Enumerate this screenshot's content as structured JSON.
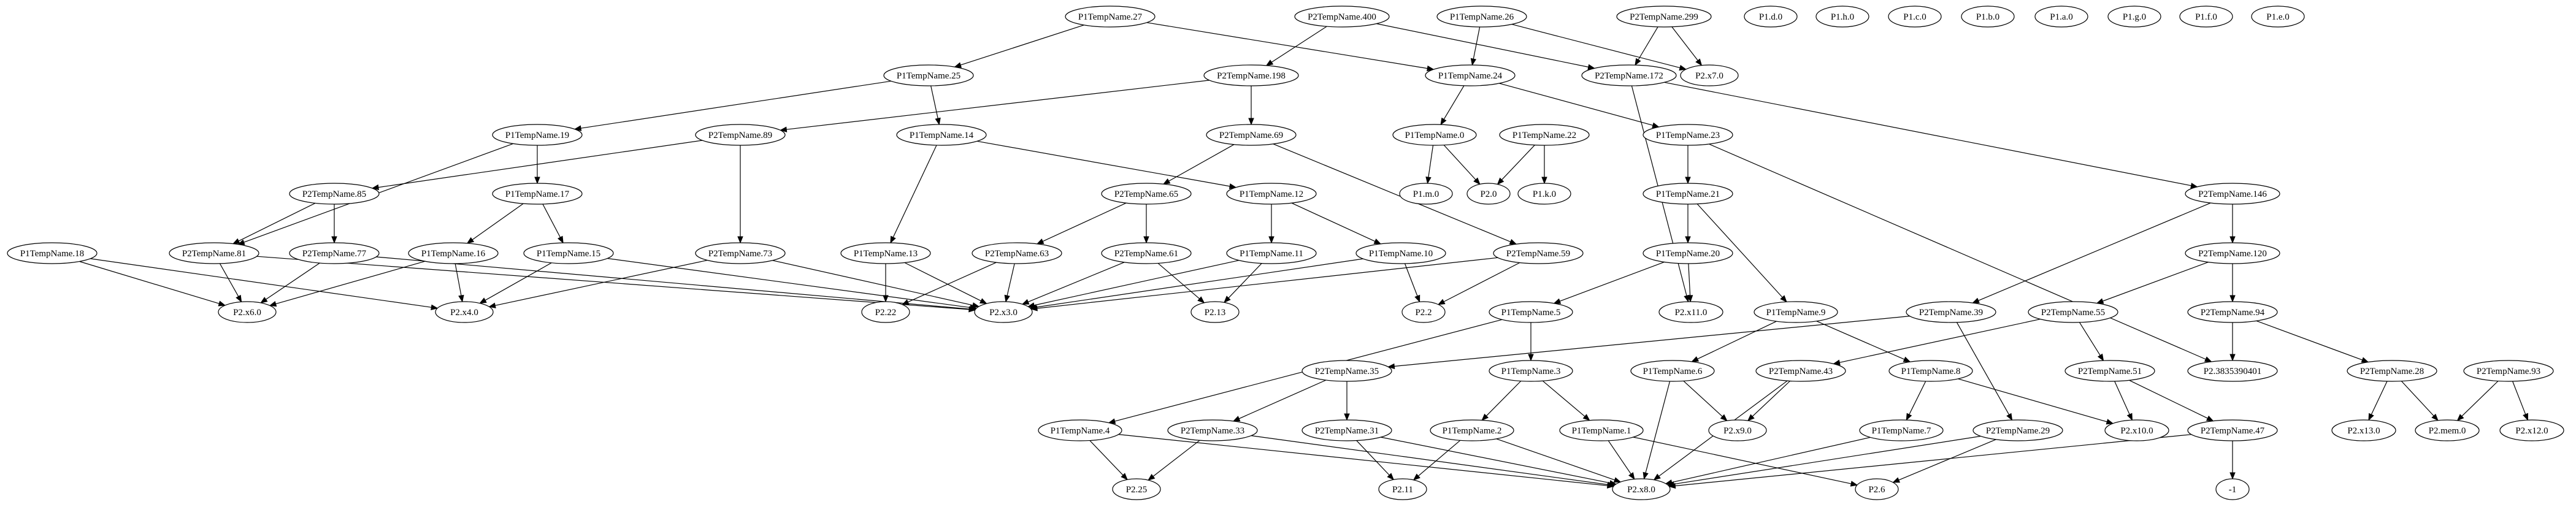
{
  "nodes": [
    {
      "id": "P1TempName.27",
      "label": "P1TempName.27"
    },
    {
      "id": "P2TempName.400",
      "label": "P2TempName.400"
    },
    {
      "id": "P1TempName.26",
      "label": "P1TempName.26"
    },
    {
      "id": "P2TempName.299",
      "label": "P2TempName.299"
    },
    {
      "id": "P1.d.0",
      "label": "P1.d.0"
    },
    {
      "id": "P1.h.0",
      "label": "P1.h.0"
    },
    {
      "id": "P1.c.0",
      "label": "P1.c.0"
    },
    {
      "id": "P1.b.0",
      "label": "P1.b.0"
    },
    {
      "id": "P1.a.0",
      "label": "P1.a.0"
    },
    {
      "id": "P1.g.0",
      "label": "P1.g.0"
    },
    {
      "id": "P1.f.0",
      "label": "P1.f.0"
    },
    {
      "id": "P1.e.0",
      "label": "P1.e.0"
    },
    {
      "id": "P1TempName.25",
      "label": "P1TempName.25"
    },
    {
      "id": "P2TempName.198",
      "label": "P2TempName.198"
    },
    {
      "id": "P1TempName.24",
      "label": "P1TempName.24"
    },
    {
      "id": "P2TempName.172",
      "label": "P2TempName.172"
    },
    {
      "id": "P2.x7.0",
      "label": "P2.x7.0"
    },
    {
      "id": "P1TempName.19",
      "label": "P1TempName.19"
    },
    {
      "id": "P2TempName.89",
      "label": "P2TempName.89"
    },
    {
      "id": "P1TempName.14",
      "label": "P1TempName.14"
    },
    {
      "id": "P2TempName.69",
      "label": "P2TempName.69"
    },
    {
      "id": "P1TempName.0",
      "label": "P1TempName.0"
    },
    {
      "id": "P1TempName.22",
      "label": "P1TempName.22"
    },
    {
      "id": "P1TempName.23",
      "label": "P1TempName.23"
    },
    {
      "id": "P2TempName.85",
      "label": "P2TempName.85"
    },
    {
      "id": "P1TempName.17",
      "label": "P1TempName.17"
    },
    {
      "id": "P2TempName.65",
      "label": "P2TempName.65"
    },
    {
      "id": "P1TempName.12",
      "label": "P1TempName.12"
    },
    {
      "id": "P1.m.0",
      "label": "P1.m.0"
    },
    {
      "id": "P2.0",
      "label": "P2.0"
    },
    {
      "id": "P1.k.0",
      "label": "P1.k.0"
    },
    {
      "id": "P1TempName.21",
      "label": "P1TempName.21"
    },
    {
      "id": "P2TempName.146",
      "label": "P2TempName.146"
    },
    {
      "id": "P1TempName.18",
      "label": "P1TempName.18"
    },
    {
      "id": "P2TempName.81",
      "label": "P2TempName.81"
    },
    {
      "id": "P2TempName.77",
      "label": "P2TempName.77"
    },
    {
      "id": "P1TempName.16",
      "label": "P1TempName.16"
    },
    {
      "id": "P1TempName.15",
      "label": "P1TempName.15"
    },
    {
      "id": "P2TempName.73",
      "label": "P2TempName.73"
    },
    {
      "id": "P1TempName.13",
      "label": "P1TempName.13"
    },
    {
      "id": "P2TempName.63",
      "label": "P2TempName.63"
    },
    {
      "id": "P2TempName.61",
      "label": "P2TempName.61"
    },
    {
      "id": "P1TempName.11",
      "label": "P1TempName.11"
    },
    {
      "id": "P1TempName.10",
      "label": "P1TempName.10"
    },
    {
      "id": "P2TempName.59",
      "label": "P2TempName.59"
    },
    {
      "id": "P1TempName.20",
      "label": "P1TempName.20"
    },
    {
      "id": "P2TempName.120",
      "label": "P2TempName.120"
    },
    {
      "id": "P2.x6.0",
      "label": "P2.x6.0"
    },
    {
      "id": "P2.x4.0",
      "label": "P2.x4.0"
    },
    {
      "id": "P2.22",
      "label": "P2.22"
    },
    {
      "id": "P2.x3.0",
      "label": "P2.x3.0"
    },
    {
      "id": "P2.13",
      "label": "P2.13"
    },
    {
      "id": "P2.2",
      "label": "P2.2"
    },
    {
      "id": "P1TempName.5",
      "label": "P1TempName.5"
    },
    {
      "id": "P2.x11.0",
      "label": "P2.x11.0"
    },
    {
      "id": "P1TempName.9",
      "label": "P1TempName.9"
    },
    {
      "id": "P2TempName.39",
      "label": "P2TempName.39"
    },
    {
      "id": "P2TempName.55",
      "label": "P2TempName.55"
    },
    {
      "id": "P2TempName.94",
      "label": "P2TempName.94"
    },
    {
      "id": "P2TempName.35",
      "label": "P2TempName.35"
    },
    {
      "id": "P1TempName.3",
      "label": "P1TempName.3"
    },
    {
      "id": "P1TempName.6",
      "label": "P1TempName.6"
    },
    {
      "id": "P2TempName.43",
      "label": "P2TempName.43"
    },
    {
      "id": "P1TempName.8",
      "label": "P1TempName.8"
    },
    {
      "id": "P2TempName.51",
      "label": "P2TempName.51"
    },
    {
      "id": "P2.3835390401",
      "label": "P2.3835390401"
    },
    {
      "id": "P2TempName.28",
      "label": "P2TempName.28"
    },
    {
      "id": "P2TempName.93",
      "label": "P2TempName.93"
    },
    {
      "id": "P1TempName.4",
      "label": "P1TempName.4"
    },
    {
      "id": "P2TempName.33",
      "label": "P2TempName.33"
    },
    {
      "id": "P2TempName.31",
      "label": "P2TempName.31"
    },
    {
      "id": "P1TempName.2",
      "label": "P1TempName.2"
    },
    {
      "id": "P1TempName.1",
      "label": "P1TempName.1"
    },
    {
      "id": "P2.x9.0",
      "label": "P2.x9.0"
    },
    {
      "id": "P1TempName.7",
      "label": "P1TempName.7"
    },
    {
      "id": "P2TempName.29",
      "label": "P2TempName.29"
    },
    {
      "id": "P2.x10.0",
      "label": "P2.x10.0"
    },
    {
      "id": "P2TempName.47",
      "label": "P2TempName.47"
    },
    {
      "id": "P2.x13.0",
      "label": "P2.x13.0"
    },
    {
      "id": "P2.mem.0",
      "label": "P2.mem.0"
    },
    {
      "id": "P2.x12.0",
      "label": "P2.x12.0"
    },
    {
      "id": "P2.25",
      "label": "P2.25"
    },
    {
      "id": "P2.11",
      "label": "P2.11"
    },
    {
      "id": "P2.x8.0",
      "label": "P2.x8.0"
    },
    {
      "id": "P2.6",
      "label": "P2.6"
    },
    {
      "id": "-1",
      "label": "-1"
    }
  ],
  "edges": [
    [
      "P1TempName.27",
      "P1TempName.25"
    ],
    [
      "P1TempName.27",
      "P1TempName.24"
    ],
    [
      "P2TempName.400",
      "P2TempName.198"
    ],
    [
      "P2TempName.400",
      "P2TempName.172"
    ],
    [
      "P1TempName.26",
      "P1TempName.24"
    ],
    [
      "P1TempName.26",
      "P2.x7.0"
    ],
    [
      "P2TempName.299",
      "P2TempName.172"
    ],
    [
      "P2TempName.299",
      "P2.x7.0"
    ],
    [
      "P1TempName.25",
      "P1TempName.19"
    ],
    [
      "P1TempName.25",
      "P1TempName.14"
    ],
    [
      "P2TempName.198",
      "P2TempName.89"
    ],
    [
      "P2TempName.198",
      "P2TempName.69"
    ],
    [
      "P1TempName.24",
      "P1TempName.0"
    ],
    [
      "P1TempName.24",
      "P1TempName.23"
    ],
    [
      "P2TempName.172",
      "P2TempName.146"
    ],
    [
      "P2TempName.172",
      "P2.x11.0"
    ],
    [
      "P1TempName.19",
      "P2TempName.81"
    ],
    [
      "P1TempName.19",
      "P1TempName.17"
    ],
    [
      "P2TempName.89",
      "P2TempName.85"
    ],
    [
      "P2TempName.89",
      "P2TempName.73"
    ],
    [
      "P1TempName.14",
      "P1TempName.13"
    ],
    [
      "P1TempName.14",
      "P1TempName.12"
    ],
    [
      "P2TempName.69",
      "P2TempName.65"
    ],
    [
      "P2TempName.69",
      "P2TempName.59"
    ],
    [
      "P1TempName.0",
      "P1.m.0"
    ],
    [
      "P1TempName.0",
      "P2.0"
    ],
    [
      "P1TempName.22",
      "P2.0"
    ],
    [
      "P1TempName.22",
      "P1.k.0"
    ],
    [
      "P1TempName.23",
      "P1TempName.21"
    ],
    [
      "P1TempName.23",
      "P2.3835390401"
    ],
    [
      "P2TempName.85",
      "P2TempName.81"
    ],
    [
      "P2TempName.85",
      "P2TempName.77"
    ],
    [
      "P1TempName.17",
      "P1TempName.16"
    ],
    [
      "P1TempName.17",
      "P1TempName.15"
    ],
    [
      "P2TempName.65",
      "P2TempName.63"
    ],
    [
      "P2TempName.65",
      "P2TempName.61"
    ],
    [
      "P1TempName.12",
      "P1TempName.11"
    ],
    [
      "P1TempName.12",
      "P1TempName.10"
    ],
    [
      "P1TempName.21",
      "P1TempName.20"
    ],
    [
      "P1TempName.21",
      "P1TempName.9"
    ],
    [
      "P2TempName.146",
      "P2TempName.120"
    ],
    [
      "P2TempName.146",
      "P2TempName.39"
    ],
    [
      "P1TempName.18",
      "P2.x6.0"
    ],
    [
      "P1TempName.18",
      "P2.x4.0"
    ],
    [
      "P2TempName.81",
      "P2.x6.0"
    ],
    [
      "P2TempName.81",
      "P2.x3.0"
    ],
    [
      "P2TempName.77",
      "P2.x6.0"
    ],
    [
      "P2TempName.77",
      "P2.x3.0"
    ],
    [
      "P1TempName.16",
      "P2.x6.0"
    ],
    [
      "P1TempName.16",
      "P2.x4.0"
    ],
    [
      "P1TempName.15",
      "P2.x4.0"
    ],
    [
      "P1TempName.15",
      "P2.x3.0"
    ],
    [
      "P2TempName.73",
      "P2.x4.0"
    ],
    [
      "P2TempName.73",
      "P2.x3.0"
    ],
    [
      "P1TempName.13",
      "P2.22"
    ],
    [
      "P1TempName.13",
      "P2.x3.0"
    ],
    [
      "P2TempName.63",
      "P2.22"
    ],
    [
      "P2TempName.63",
      "P2.x3.0"
    ],
    [
      "P2TempName.61",
      "P2.x3.0"
    ],
    [
      "P2TempName.61",
      "P2.13"
    ],
    [
      "P1TempName.11",
      "P2.x3.0"
    ],
    [
      "P1TempName.11",
      "P2.13"
    ],
    [
      "P1TempName.10",
      "P2.x3.0"
    ],
    [
      "P1TempName.10",
      "P2.2"
    ],
    [
      "P2TempName.59",
      "P2.x3.0"
    ],
    [
      "P2TempName.59",
      "P2.2"
    ],
    [
      "P1TempName.20",
      "P1TempName.5"
    ],
    [
      "P1TempName.20",
      "P2.x11.0"
    ],
    [
      "P1TempName.9",
      "P1TempName.6"
    ],
    [
      "P1TempName.9",
      "P1TempName.8"
    ],
    [
      "P2TempName.120",
      "P2TempName.94"
    ],
    [
      "P2TempName.120",
      "P2TempName.55"
    ],
    [
      "P2TempName.94",
      "P2.3835390401"
    ],
    [
      "P2TempName.94",
      "P2TempName.28"
    ],
    [
      "P2TempName.39",
      "P2TempName.35"
    ],
    [
      "P2TempName.39",
      "P2TempName.29"
    ],
    [
      "P2TempName.55",
      "P2TempName.43"
    ],
    [
      "P2TempName.55",
      "P2TempName.51"
    ],
    [
      "P1TempName.5",
      "P1TempName.4"
    ],
    [
      "P1TempName.5",
      "P1TempName.3"
    ],
    [
      "P2TempName.35",
      "P2TempName.33"
    ],
    [
      "P2TempName.35",
      "P2TempName.31"
    ],
    [
      "P1TempName.3",
      "P1TempName.2"
    ],
    [
      "P1TempName.3",
      "P1TempName.1"
    ],
    [
      "P1TempName.6",
      "P2.x9.0"
    ],
    [
      "P1TempName.6",
      "P2.x8.0"
    ],
    [
      "P2TempName.43",
      "P2.x9.0"
    ],
    [
      "P2TempName.43",
      "P2.x8.0"
    ],
    [
      "P1TempName.8",
      "P1TempName.7"
    ],
    [
      "P1TempName.8",
      "P2.x10.0"
    ],
    [
      "P2TempName.51",
      "P2.x10.0"
    ],
    [
      "P2TempName.51",
      "P2TempName.47"
    ],
    [
      "P2TempName.28",
      "P2.x13.0"
    ],
    [
      "P2TempName.28",
      "P2.mem.0"
    ],
    [
      "P2TempName.93",
      "P2.mem.0"
    ],
    [
      "P2TempName.93",
      "P2.x12.0"
    ],
    [
      "P1TempName.4",
      "P2.25"
    ],
    [
      "P1TempName.4",
      "P2.x8.0"
    ],
    [
      "P2TempName.33",
      "P2.25"
    ],
    [
      "P2TempName.33",
      "P2.x8.0"
    ],
    [
      "P2TempName.31",
      "P2.11"
    ],
    [
      "P2TempName.31",
      "P2.x8.0"
    ],
    [
      "P1TempName.2",
      "P2.11"
    ],
    [
      "P1TempName.2",
      "P2.x8.0"
    ],
    [
      "P1TempName.1",
      "P2.x8.0"
    ],
    [
      "P1TempName.1",
      "P2.6"
    ],
    [
      "P1TempName.7",
      "P2.x8.0"
    ],
    [
      "P2TempName.29",
      "P2.x8.0"
    ],
    [
      "P2TempName.29",
      "P2.6"
    ],
    [
      "P2TempName.47",
      "P2.x8.0"
    ],
    [
      "P2TempName.47",
      "-1"
    ]
  ]
}
